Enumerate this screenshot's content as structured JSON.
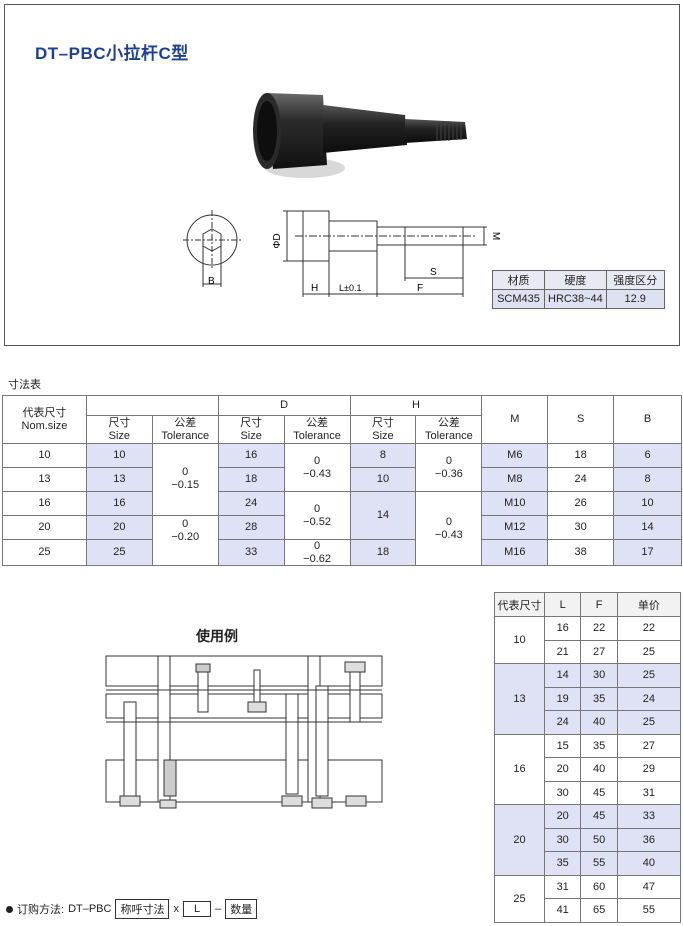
{
  "title": "DT–PBC小拉杆C型",
  "drawing_labels": {
    "b": "B",
    "phi_d": "ΦD",
    "m": "M",
    "h": "H",
    "l": "L±0.1",
    "s": "S",
    "f": "F"
  },
  "material_table": {
    "headers": [
      "材质",
      "硬度",
      "强度区分"
    ],
    "values": [
      "SCM435",
      "HRC38~44",
      "12.9"
    ]
  },
  "dims_section_label": "寸法表",
  "dims_table": {
    "h_nom": "代表尺寸",
    "h_nom_en": "Nom.size",
    "h_d": "D",
    "h_h": "H",
    "h_size": "尺寸",
    "h_size_en": "Size",
    "h_tol": "公差",
    "h_tol_en": "Tolerance",
    "h_m": "M",
    "h_s": "S",
    "h_b": "B",
    "rows": [
      {
        "nom": "10",
        "size": "10",
        "d": "16",
        "h": "8",
        "m": "M6",
        "s": "18",
        "b": "6"
      },
      {
        "nom": "13",
        "size": "13",
        "d": "18",
        "h": "10",
        "m": "M8",
        "s": "24",
        "b": "8"
      },
      {
        "nom": "16",
        "size": "16",
        "d": "24",
        "h": "14",
        "m": "M10",
        "s": "26",
        "b": "10"
      },
      {
        "nom": "20",
        "size": "20",
        "d": "28",
        "h": "",
        "m": "M12",
        "s": "30",
        "b": "14"
      },
      {
        "nom": "25",
        "size": "25",
        "d": "33",
        "h": "18",
        "m": "M16",
        "s": "38",
        "b": "17"
      }
    ],
    "tol_size_1": [
      "0",
      "−0.15"
    ],
    "tol_size_2": [
      "0",
      "−0.20"
    ],
    "tol_d_1": [
      "0",
      "−0.43"
    ],
    "tol_d_2": [
      "0",
      "−0.52"
    ],
    "tol_d_3": [
      "0",
      "−0.62"
    ],
    "tol_h_1": [
      "0",
      "−0.36"
    ],
    "tol_h_2": [
      "0",
      "−0.43"
    ]
  },
  "example_title": "使用例",
  "length_table": {
    "headers": [
      "代表尺寸",
      "L",
      "F",
      "单价"
    ],
    "groups": [
      {
        "nom": "10",
        "rows": [
          [
            "16",
            "22",
            "22"
          ],
          [
            "21",
            "27",
            "25"
          ]
        ]
      },
      {
        "nom": "13",
        "rows": [
          [
            "14",
            "30",
            "25"
          ],
          [
            "19",
            "35",
            "24"
          ],
          [
            "24",
            "40",
            "25"
          ]
        ]
      },
      {
        "nom": "16",
        "rows": [
          [
            "15",
            "35",
            "27"
          ],
          [
            "20",
            "40",
            "29"
          ],
          [
            "30",
            "45",
            "31"
          ]
        ]
      },
      {
        "nom": "20",
        "rows": [
          [
            "20",
            "45",
            "33"
          ],
          [
            "30",
            "50",
            "36"
          ],
          [
            "35",
            "55",
            "40"
          ]
        ]
      },
      {
        "nom": "25",
        "rows": [
          [
            "31",
            "60",
            "47"
          ],
          [
            "41",
            "65",
            "55"
          ]
        ]
      }
    ]
  },
  "order": {
    "label": "订购方法:",
    "code": "DT–PBC",
    "box1": "称呼寸法",
    "x": "x",
    "box2": "L",
    "dash": "–",
    "box3": "数量"
  }
}
